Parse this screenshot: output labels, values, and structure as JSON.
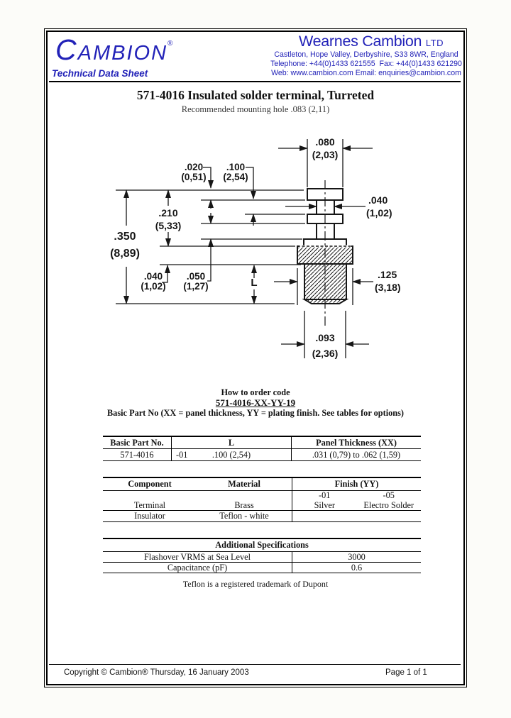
{
  "colors": {
    "brand_blue": "#2222b8",
    "ink": "#111111"
  },
  "header": {
    "logo_c": "C",
    "logo_rest": "AMBION",
    "registered": "®",
    "tagline": "Technical Data Sheet",
    "company": "Wearnes Cambion",
    "company_suffix": "LTD",
    "address": "Castleton, Hope Valley, Derbyshire, S33 8WR, England",
    "phone": "Telephone: +44(0)1433 621555  Fax: +44(0)1433 621290",
    "web": "Web: www.cambion.com Email: enquiries@cambion.com"
  },
  "title": "571-4016 Insulated solder terminal, Turreted",
  "subtitle": "Recommended mounting hole .083 (2,11)",
  "drawing": {
    "dim_350_in": ".350",
    "dim_350_mm": "(8,89)",
    "dim_210_in": ".210",
    "dim_210_mm": "(5,33)",
    "dim_020_in": ".020",
    "dim_020_mm": "(0,51)",
    "dim_100_in": ".100",
    "dim_100_mm": "(2,54)",
    "dim_080_in": ".080",
    "dim_080_mm": "(2,03)",
    "dim_040_right_in": ".040",
    "dim_040_right_mm": "(1,02)",
    "dim_040_left_in": ".040",
    "dim_040_left_mm": "(1,02)",
    "dim_050_in": ".050",
    "dim_050_mm": "(1,27)",
    "dim_125_in": ".125",
    "dim_125_mm": "(3,18)",
    "dim_093_in": ".093",
    "dim_093_mm": "(2,36)",
    "dim_length": "L"
  },
  "order": {
    "heading": "How to order code",
    "code": "571-4016-XX-YY-19",
    "note": "Basic Part No (XX = panel thickness, YY = plating finish. See tables for options)"
  },
  "part_table": {
    "headers": [
      "Basic Part No.",
      "L",
      "Panel Thickness (XX)"
    ],
    "part_no": "571-4016",
    "l_code": "-01",
    "l_value": ".100 (2,54)",
    "panel_thickness": ".031 (0,79) to .062 (1,59)"
  },
  "materials_table": {
    "headers": [
      "Component",
      "Material",
      "Finish (YY)"
    ],
    "finish_codes": [
      "-01",
      "-05"
    ],
    "finish_names": [
      "Silver",
      "Electro Solder"
    ],
    "rows": [
      {
        "component": "Terminal",
        "material": "Brass"
      },
      {
        "component": "Insulator",
        "material": "Teflon - white"
      }
    ]
  },
  "specs_table": {
    "title": "Additional Specifications",
    "rows": [
      {
        "label": "Flashover VRMS at Sea Level",
        "value": "3000"
      },
      {
        "label": "Capacitance (pF)",
        "value": "0.6"
      }
    ]
  },
  "trademark_note": "Teflon is a registered trademark of Dupont",
  "footer": {
    "copyright": "Copyright © Cambion® Thursday, 16 January 2003",
    "page": "Page 1 of 1"
  }
}
